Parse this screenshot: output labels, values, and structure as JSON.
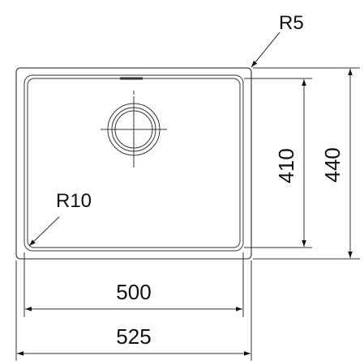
{
  "drawing": {
    "dimensions": {
      "bowl_width": "500",
      "overall_width": "525",
      "bowl_depth": "410",
      "overall_depth": "440"
    },
    "radii": {
      "outer_corner": "R5",
      "inner_corner": "R10"
    },
    "colors": {
      "line": "#4a4a4a",
      "text": "#111111",
      "background": "#ffffff"
    }
  }
}
